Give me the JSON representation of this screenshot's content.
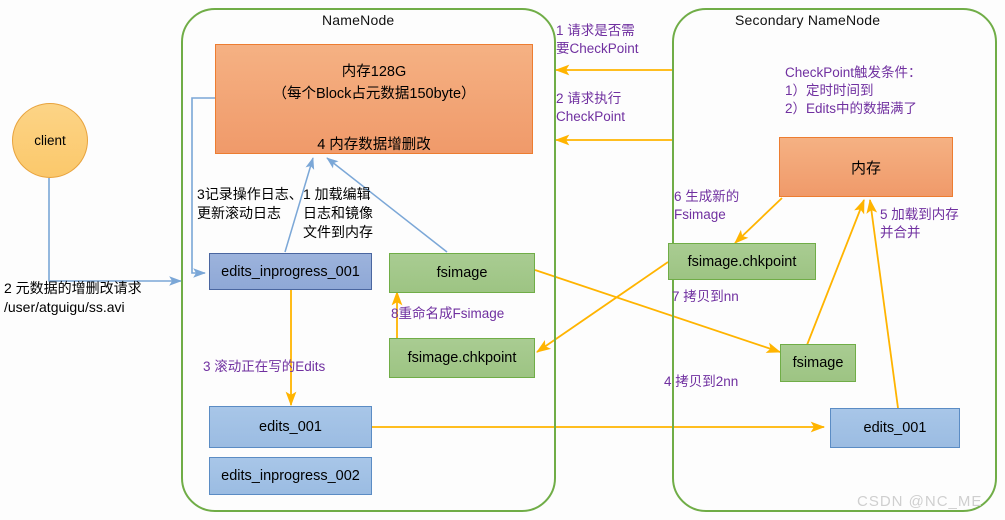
{
  "diagram": {
    "title": "HDFS NameNode and Secondary NameNode CheckPoint flow",
    "watermark": "CSDN @NC_ME",
    "colors": {
      "container_border": "#70AD47",
      "memory_fill": "#F5B183",
      "memory_border": "#ED7D31",
      "edits_fill": "#9CB3DC",
      "edits_border": "#4A66A0",
      "edits_light_fill": "#A8C6E8",
      "fsimage_fill": "#A9CC92",
      "fsimage_border": "#70AD47",
      "client_fill": "#FCD486",
      "client_border": "#E8A33D",
      "arrow_orange": "#FFB400",
      "arrow_blue": "#7BA7D7",
      "label_purple": "#7030A0"
    }
  },
  "namenode": {
    "container_title": "NameNode",
    "memory": {
      "line1": "内存128G",
      "line2": "（每个Block占元数据150byte）",
      "line3": "4 内存数据增删改"
    },
    "boxes": {
      "edits_inprogress_001": "edits_inprogress_001",
      "fsimage": "fsimage",
      "fsimage_chkpoint": "fsimage.chkpoint",
      "edits_001": "edits_001",
      "edits_inprogress_002": "edits_inprogress_002"
    },
    "labels": {
      "log_record": "3记录操作日志、\n更新滚动日志",
      "load_edit": "1 加载编辑\n日志和镜像\n文件到内存",
      "rename_fsimage": "8重命名成Fsimage",
      "roll_edits": "3 滚动正在写的Edits"
    }
  },
  "client": {
    "label": "client",
    "request": "2 元数据的增删改请求\n/user/atguigu/ss.avi"
  },
  "middle_labels": {
    "request_checkpoint": "1 请求是否需\n要CheckPoint",
    "execute_checkpoint": "2 请求执行\nCheckPoint"
  },
  "secondary_namenode": {
    "container_title": "Secondary NameNode",
    "trigger_conditions": "CheckPoint触发条件：\n1）定时时间到\n2）Edits中的数据满了",
    "memory": "内存",
    "boxes": {
      "fsimage_chkpoint": "fsimage.chkpoint",
      "fsimage": "fsimage",
      "edits_001": "edits_001"
    },
    "labels": {
      "generate_new_fsimage": "6 生成新的\nFsimage",
      "copy_to_nn": "7 拷贝到nn",
      "load_to_memory": "5 加载到内存\n并合并",
      "copy_to_2nn": "4 拷贝到2nn"
    }
  }
}
